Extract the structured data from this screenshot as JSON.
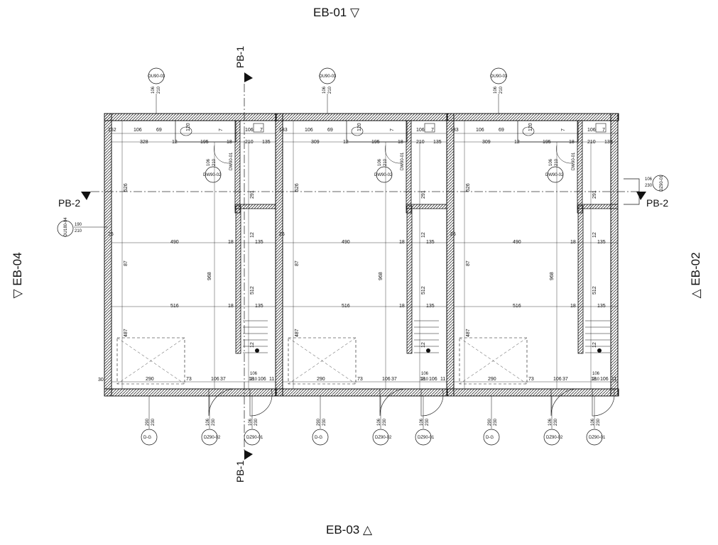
{
  "elevations": {
    "top": "EB-01",
    "bottom": "EB-03",
    "left": "EB-04",
    "right": "EB-02"
  },
  "sections": {
    "vertical": "PB-1",
    "horizontal": "PB-2"
  },
  "units": [
    {
      "top_dims": [
        "152",
        "106",
        "69",
        "120",
        "7",
        "106",
        "7"
      ],
      "row2_dims": [
        "328",
        "12",
        "195",
        "18",
        "210",
        "135"
      ],
      "mid_dims": [
        "490",
        "18",
        "135"
      ],
      "low_dims": [
        "516",
        "18",
        "135"
      ],
      "bottom_dims": [
        "290",
        "73",
        "106",
        "37",
        "18",
        "106",
        "11"
      ],
      "vert_dims": [
        "526",
        "87",
        "487",
        "968",
        "291",
        "12",
        "512",
        "12"
      ],
      "door_dims": [
        "106",
        "210",
        "106",
        "210"
      ]
    },
    {
      "top_dims": [
        "133",
        "106",
        "69",
        "120",
        "7",
        "106",
        "7"
      ],
      "row2_dims": [
        "309",
        "12",
        "195",
        "18",
        "210",
        "135"
      ],
      "mid_dims": [
        "490",
        "18",
        "135"
      ],
      "low_dims": [
        "516",
        "18",
        "135"
      ],
      "bottom_dims": [
        "290",
        "73",
        "106",
        "37",
        "18",
        "106",
        "11"
      ],
      "vert_dims": [
        "526",
        "87",
        "487",
        "968",
        "291",
        "12",
        "512",
        "12"
      ],
      "door_dims": [
        "106",
        "210",
        "106",
        "210"
      ]
    },
    {
      "top_dims": [
        "133",
        "106",
        "69",
        "120",
        "7",
        "106",
        "7"
      ],
      "row2_dims": [
        "309",
        "12",
        "195",
        "18",
        "210",
        "135"
      ],
      "mid_dims": [
        "490",
        "18",
        "135"
      ],
      "low_dims": [
        "516",
        "18",
        "135"
      ],
      "bottom_dims": [
        "290",
        "73",
        "106",
        "37",
        "18",
        "106",
        "11"
      ],
      "vert_dims": [
        "526",
        "87",
        "487",
        "968",
        "291",
        "12",
        "512",
        "12"
      ],
      "door_dims": [
        "106",
        "210",
        "106",
        "210"
      ]
    }
  ],
  "misc_dims": {
    "left_offset": "30",
    "left_26": "26",
    "right_door_w": "106",
    "right_door_h": "230"
  },
  "tags": {
    "window_top": "OU90-03",
    "window_top_w": "106",
    "window_top_h": "210",
    "window_left": "OU180-04",
    "window_left_w": "190",
    "window_left_h": "210",
    "door_int": "DW90-02",
    "door_int2": "DW90-01",
    "door_g": "D-G",
    "door_g_w": "290",
    "door_g_h": "230",
    "door_ext2": "DZ90-02",
    "door_ext1": "DZ90-01",
    "door_ext_w": "106",
    "door_ext_h": "230",
    "door_side": "DZ90-01"
  }
}
